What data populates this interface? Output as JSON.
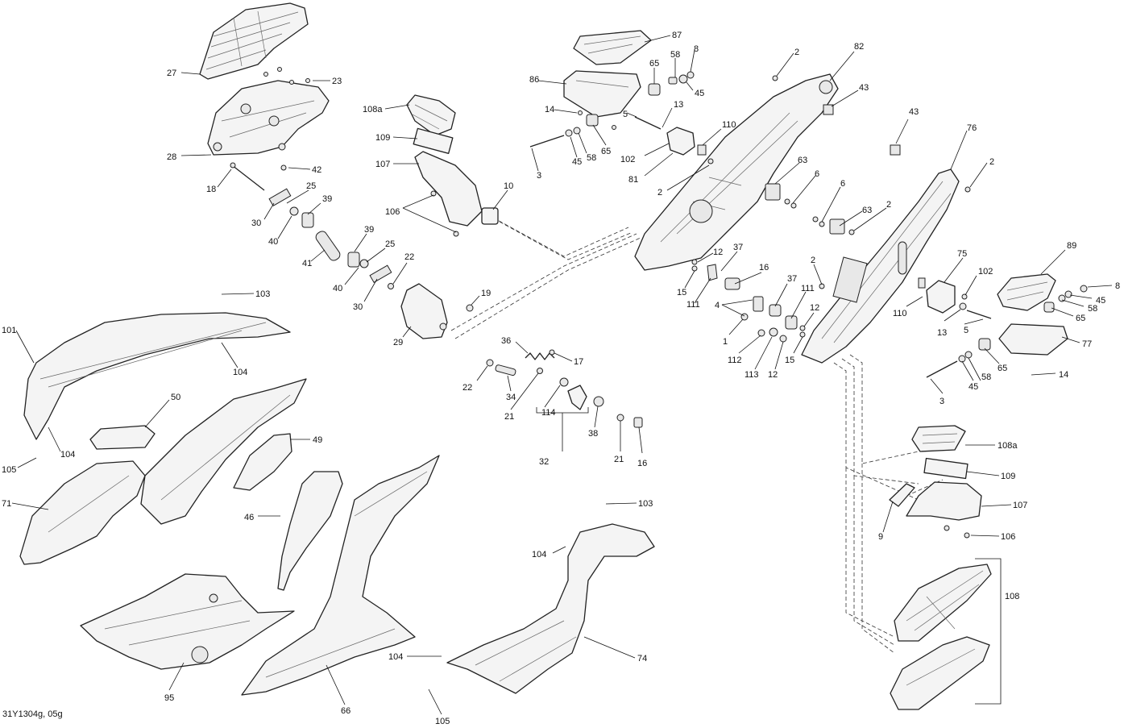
{
  "footer": {
    "code": "31Y1304g, 05g"
  },
  "callouts": [
    {
      "id": "c-27",
      "text": "27"
    },
    {
      "id": "c-23",
      "text": "23"
    },
    {
      "id": "c-28",
      "text": "28"
    },
    {
      "id": "c-42",
      "text": "42"
    },
    {
      "id": "c-18",
      "text": "18"
    },
    {
      "id": "c-25a",
      "text": "25"
    },
    {
      "id": "c-39a",
      "text": "39"
    },
    {
      "id": "c-30a",
      "text": "30"
    },
    {
      "id": "c-40a",
      "text": "40"
    },
    {
      "id": "c-41",
      "text": "41"
    },
    {
      "id": "c-39b",
      "text": "39"
    },
    {
      "id": "c-25b",
      "text": "25"
    },
    {
      "id": "c-40b",
      "text": "40"
    },
    {
      "id": "c-22a",
      "text": "22"
    },
    {
      "id": "c-30b",
      "text": "30"
    },
    {
      "id": "c-19",
      "text": "19"
    },
    {
      "id": "c-29",
      "text": "29"
    },
    {
      "id": "c-108a-1",
      "text": "108a"
    },
    {
      "id": "c-109-1",
      "text": "109"
    },
    {
      "id": "c-107-1",
      "text": "107"
    },
    {
      "id": "c-106-1",
      "text": "106"
    },
    {
      "id": "c-10",
      "text": "10"
    },
    {
      "id": "c-87",
      "text": "87"
    },
    {
      "id": "c-86",
      "text": "86"
    },
    {
      "id": "c-65a",
      "text": "65"
    },
    {
      "id": "c-58a",
      "text": "58"
    },
    {
      "id": "c-8a",
      "text": "8"
    },
    {
      "id": "c-45a",
      "text": "45"
    },
    {
      "id": "c-14a",
      "text": "14"
    },
    {
      "id": "c-13a",
      "text": "13"
    },
    {
      "id": "c-5a",
      "text": "5"
    },
    {
      "id": "c-3a",
      "text": "3"
    },
    {
      "id": "c-45b",
      "text": "45"
    },
    {
      "id": "c-58b",
      "text": "58"
    },
    {
      "id": "c-65b",
      "text": "65"
    },
    {
      "id": "c-102a",
      "text": "102"
    },
    {
      "id": "c-81",
      "text": "81"
    },
    {
      "id": "c-110a",
      "text": "110"
    },
    {
      "id": "c-2a",
      "text": "2"
    },
    {
      "id": "c-82",
      "text": "82"
    },
    {
      "id": "c-2b",
      "text": "2"
    },
    {
      "id": "c-43a",
      "text": "43"
    },
    {
      "id": "c-43b",
      "text": "43"
    },
    {
      "id": "c-76",
      "text": "76"
    },
    {
      "id": "c-2c",
      "text": "2"
    },
    {
      "id": "c-63a",
      "text": "63"
    },
    {
      "id": "c-6a",
      "text": "6"
    },
    {
      "id": "c-6b",
      "text": "6"
    },
    {
      "id": "c-63b",
      "text": "63"
    },
    {
      "id": "c-2d",
      "text": "2"
    },
    {
      "id": "c-37a",
      "text": "37"
    },
    {
      "id": "c-12a",
      "text": "12"
    },
    {
      "id": "c-15a",
      "text": "15"
    },
    {
      "id": "c-16a",
      "text": "16"
    },
    {
      "id": "c-111a",
      "text": "111"
    },
    {
      "id": "c-4",
      "text": "4"
    },
    {
      "id": "c-37b",
      "text": "37"
    },
    {
      "id": "c-2e",
      "text": "2"
    },
    {
      "id": "c-111b",
      "text": "111"
    },
    {
      "id": "c-12b",
      "text": "12"
    },
    {
      "id": "c-75",
      "text": "75"
    },
    {
      "id": "c-102b",
      "text": "102"
    },
    {
      "id": "c-89",
      "text": "89"
    },
    {
      "id": "c-8b",
      "text": "8"
    },
    {
      "id": "c-45c",
      "text": "45"
    },
    {
      "id": "c-58c",
      "text": "58"
    },
    {
      "id": "c-65c",
      "text": "65"
    },
    {
      "id": "c-110b",
      "text": "110"
    },
    {
      "id": "c-13b",
      "text": "13"
    },
    {
      "id": "c-5b",
      "text": "5"
    },
    {
      "id": "c-77",
      "text": "77"
    },
    {
      "id": "c-1",
      "text": "1"
    },
    {
      "id": "c-112",
      "text": "112"
    },
    {
      "id": "c-113",
      "text": "113"
    },
    {
      "id": "c-12c",
      "text": "12"
    },
    {
      "id": "c-15b",
      "text": "15"
    },
    {
      "id": "c-65d",
      "text": "65"
    },
    {
      "id": "c-58d",
      "text": "58"
    },
    {
      "id": "c-45d",
      "text": "45"
    },
    {
      "id": "c-14b",
      "text": "14"
    },
    {
      "id": "c-3b",
      "text": "3"
    },
    {
      "id": "c-36",
      "text": "36"
    },
    {
      "id": "c-17",
      "text": "17"
    },
    {
      "id": "c-22b",
      "text": "22"
    },
    {
      "id": "c-34",
      "text": "34"
    },
    {
      "id": "c-21a",
      "text": "21"
    },
    {
      "id": "c-114",
      "text": "114"
    },
    {
      "id": "c-38",
      "text": "38"
    },
    {
      "id": "c-21b",
      "text": "21"
    },
    {
      "id": "c-16b",
      "text": "16"
    },
    {
      "id": "c-32",
      "text": "32"
    },
    {
      "id": "c-103a",
      "text": "103"
    },
    {
      "id": "c-101",
      "text": "101"
    },
    {
      "id": "c-104a",
      "text": "104"
    },
    {
      "id": "c-50",
      "text": "50"
    },
    {
      "id": "c-104b",
      "text": "104"
    },
    {
      "id": "c-105a",
      "text": "105"
    },
    {
      "id": "c-49",
      "text": "49"
    },
    {
      "id": "c-71",
      "text": "71"
    },
    {
      "id": "c-46",
      "text": "46"
    },
    {
      "id": "c-95",
      "text": "95"
    },
    {
      "id": "c-66",
      "text": "66"
    },
    {
      "id": "c-103b",
      "text": "103"
    },
    {
      "id": "c-104c",
      "text": "104"
    },
    {
      "id": "c-74",
      "text": "74"
    },
    {
      "id": "c-104d",
      "text": "104"
    },
    {
      "id": "c-105b",
      "text": "105"
    },
    {
      "id": "c-108a-2",
      "text": "108a"
    },
    {
      "id": "c-109-2",
      "text": "109"
    },
    {
      "id": "c-107-2",
      "text": "107"
    },
    {
      "id": "c-9",
      "text": "9"
    },
    {
      "id": "c-106-2",
      "text": "106"
    },
    {
      "id": "c-108",
      "text": "108"
    }
  ]
}
